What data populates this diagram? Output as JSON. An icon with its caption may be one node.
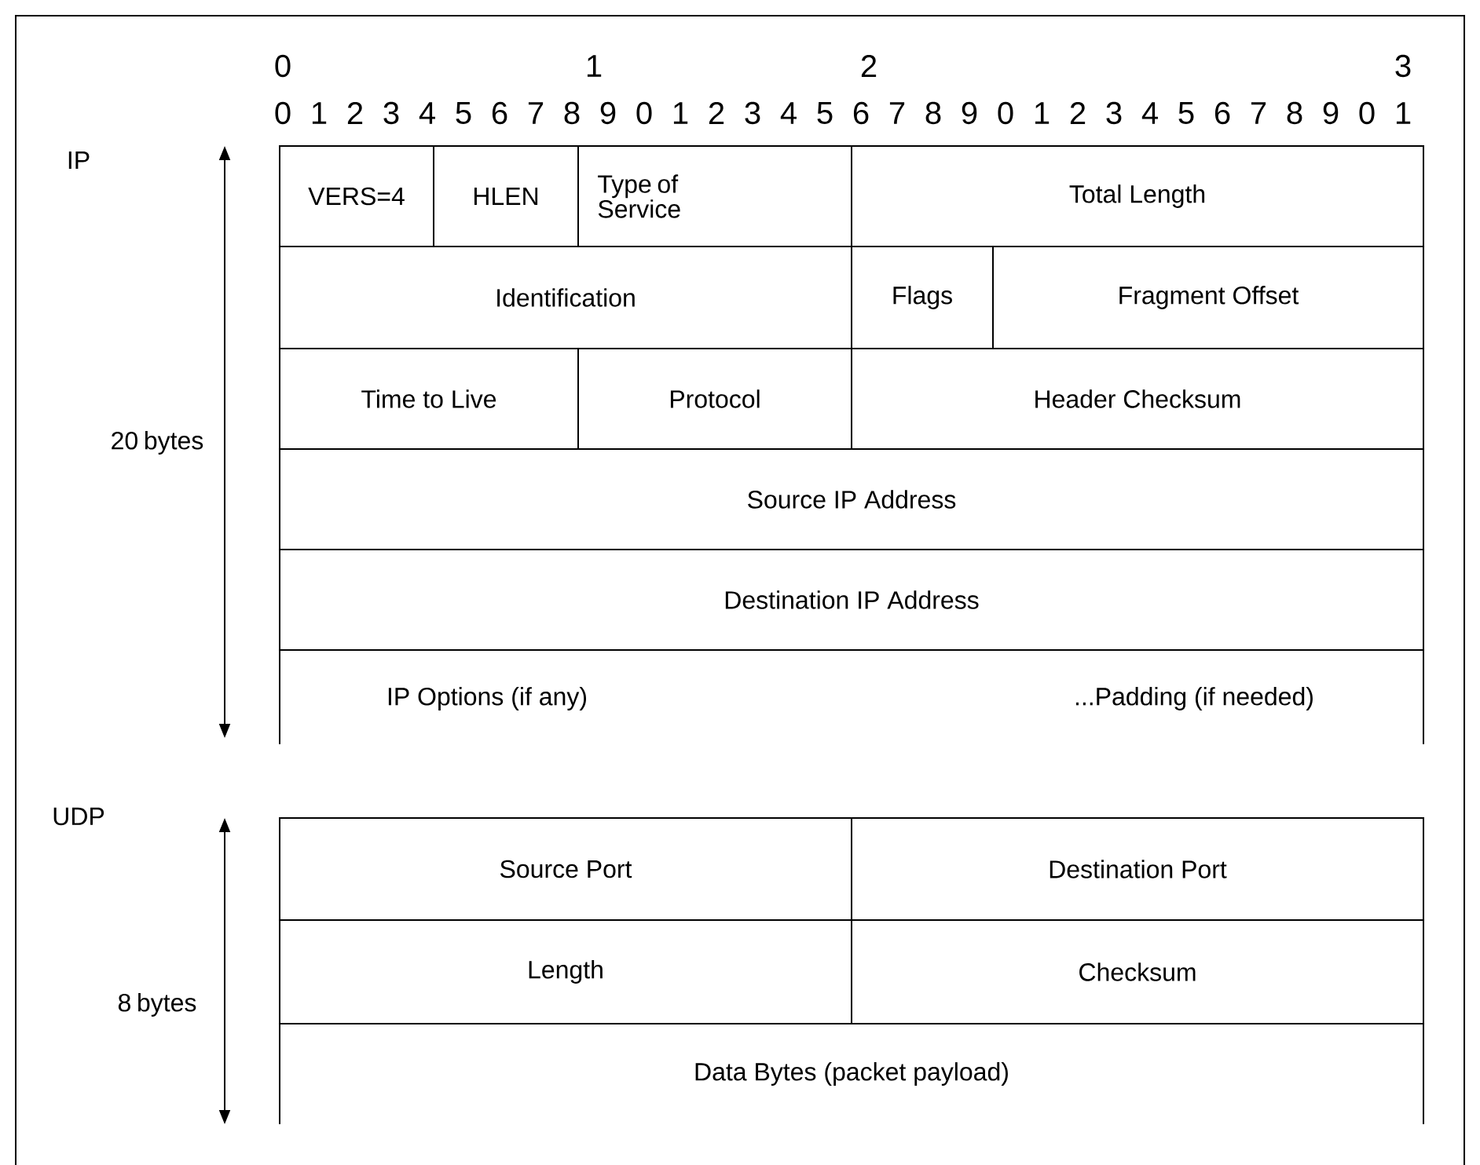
{
  "diagram": {
    "nodes": [
      {
        "text": [
          "VERS=4"
        ]
      },
      {
        "text": [
          "HLEN"
        ]
      },
      {
        "text": [
          "Type of Service"
        ]
      },
      {
        "text": [
          "Total Length"
        ]
      },
      {
        "text": [
          "Identification"
        ]
      },
      {
        "text": [
          "Flags"
        ]
      },
      {
        "text": [
          "Fragment Offset"
        ]
      },
      {
        "text": [
          "Time to Live"
        ]
      },
      {
        "text": [
          "Protocol"
        ]
      },
      {
        "text": [
          "Header Checksum"
        ]
      },
      {
        "text": [
          "Source IP Address"
        ]
      },
      {
        "text": [
          "Destination IP Address"
        ]
      },
      {
        "text": [
          "IP Options (if any)",
          "...Padding (if needed)"
        ]
      },
      {
        "text": [
          "Source Port"
        ]
      },
      {
        "text": [
          "Destination Port"
        ]
      },
      {
        "text": [
          "Length"
        ]
      },
      {
        "text": [
          "Checksum"
        ]
      },
      {
        "text": [
          "Data Bytes (packet payload)"
        ]
      }
    ],
    "labels": [
      "0",
      "1",
      "2",
      "3",
      "0",
      "1",
      "2",
      "3",
      "4",
      "5",
      "6",
      "7",
      "8",
      "9",
      "0",
      "1",
      "2",
      "3",
      "4",
      "5",
      "6",
      "7",
      "8",
      "9",
      "0",
      "1",
      "2",
      "3",
      "4",
      "5",
      "6",
      "7",
      "8",
      "9",
      "0",
      "1",
      "IP",
      "20 bytes",
      "UDP",
      "8 bytes"
    ]
  }
}
